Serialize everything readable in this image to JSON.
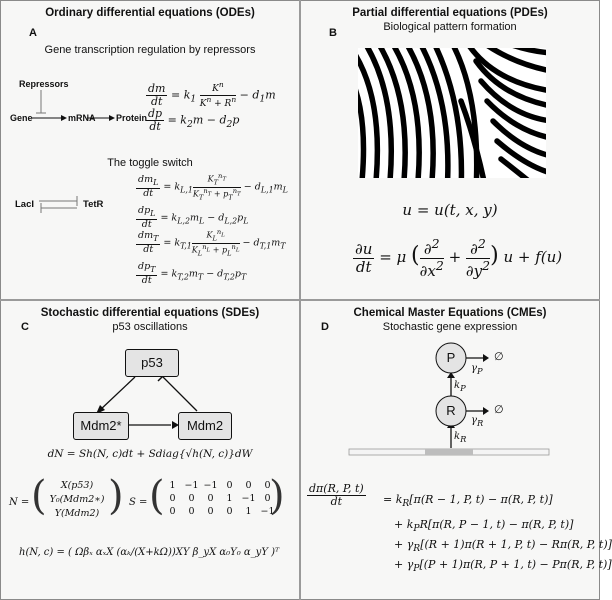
{
  "panels": {
    "A": {
      "letter": "A",
      "title": "Ordinary differential equations (ODEs)",
      "section1_title": "Gene transcription regulation by repressors",
      "labels": {
        "repressors": "Repressors",
        "gene": "Gene",
        "mrna": "mRNA",
        "protein": "Protein"
      },
      "eq_dm_lhs": "dm/dt",
      "eq_dm_rhs": "= k₁ Kⁿ/(Kⁿ + Rⁿ) − d₁m",
      "eq_dp_lhs": "dp/dt",
      "eq_dp_rhs": "= k₂m − d₂p",
      "section2_title": "The toggle switch",
      "toggle": {
        "laci": "LacI",
        "tetr": "TetR"
      },
      "eq_dmL": "dm_L/dt = k_{L,1} K_T^{n_T}/(K_T^{n_T} + p_T^{n_T}) − d_{L,1}m_L",
      "eq_dpL": "dp_L/dt = k_{L,2}m_L − d_{L,2}p_L",
      "eq_dmT": "dm_T/dt = k_{T,1} K_L^{n_L}/(K_L^{n_L} + p_L^{n_L}) − d_{T,1}m_T",
      "eq_dpT": "dp_T/dt = k_{T,2}m_T − d_{T,2}p_T"
    },
    "B": {
      "letter": "B",
      "title": "Partial differential equations (PDEs)",
      "subtitle": "Biological pattern formation",
      "eq_u": "u = u(t, x, y)",
      "eq_pde": "∂u/dt = μ(∂²/∂x² + ∂²/∂y²)u + f(u)"
    },
    "C": {
      "letter": "C",
      "title": "Stochastic differential equations (SDEs)",
      "subtitle": "p53 oscillations",
      "nodes": {
        "p53": "p53",
        "mdm2star": "Mdm2*",
        "mdm2": "Mdm2"
      },
      "eq_dN": "dN = Sh(N, c)dt + Sdiag{√h(N, c)}dW",
      "N_vector": [
        "X(p53)",
        "Y₀(Mdm2∗)",
        "Y(Mdm2)"
      ],
      "S_matrix": [
        [
          "1",
          "−1",
          "−1",
          "0",
          "0",
          "0"
        ],
        [
          "0",
          "0",
          "0",
          "1",
          "−1",
          "0"
        ],
        [
          "0",
          "0",
          "0",
          "0",
          "1",
          "−1"
        ]
      ],
      "h_vector": "h(N, c) = ( Ωβₓ  αₓX  (αₖ/(X+kΩ))XY  β_yX  α₀Y₀  α_yY )ᵀ"
    },
    "D": {
      "letter": "D",
      "title": "Chemical Master Equations (CMEs)",
      "subtitle": "Stochastic gene expression",
      "nodes": {
        "P": "P",
        "R": "R",
        "empty": "∅"
      },
      "rates": {
        "gammaP": "γP",
        "gammaR": "γR",
        "kP": "kP",
        "kR": "kR"
      },
      "cme_lhs": "dπ(R, P, t)/dt",
      "cme_line1": "= k_R[π(R − 1, P, t) − π(R, P, t)]",
      "cme_line2": "+ k_P R[π(R, P − 1, t) − π(R, P, t)]",
      "cme_line3": "+ γ_R[(R + 1)π(R + 1, P, t) − Rπ(R, P, t)]",
      "cme_line4": "+ γ_P[(P + 1)π(R, P + 1, t) − Pπ(R, P, t)]"
    }
  },
  "colors": {
    "panel_bg": "#f7f7f6",
    "divider": "#9a9a9a",
    "node_fill": "#e4e4e4",
    "gene_bar": "#bdbdbd"
  }
}
